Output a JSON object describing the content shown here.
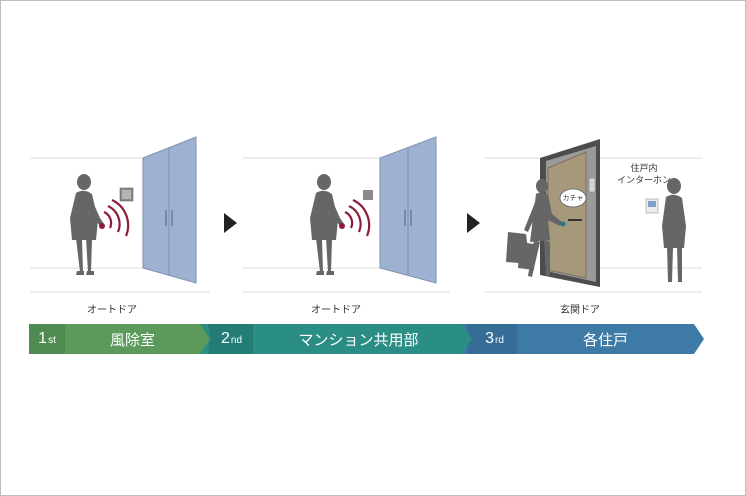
{
  "scenes": [
    {
      "caption": "オートドア"
    },
    {
      "caption": "オートドア"
    },
    {
      "caption": "玄関ドア",
      "bubble": "カチャ",
      "intercom_label_line1": "住戸内",
      "intercom_label_line2": "インターホン"
    }
  ],
  "steps": [
    {
      "number": "1",
      "suffix": "st",
      "label": "風除室",
      "color": "#5c9a5c",
      "num_color": "#4f8b50"
    },
    {
      "number": "2",
      "suffix": "nd",
      "label": "マンション共用部",
      "color": "#2b8e84",
      "num_color": "#237d74"
    },
    {
      "number": "3",
      "suffix": "rd",
      "label": "各住戸",
      "color": "#3d7aa6",
      "num_color": "#356d96"
    }
  ],
  "colors": {
    "silhouette": "#666666",
    "glass_door": "#9fb1d0",
    "wave": "#8b1d3a",
    "arrow": "#222222"
  }
}
